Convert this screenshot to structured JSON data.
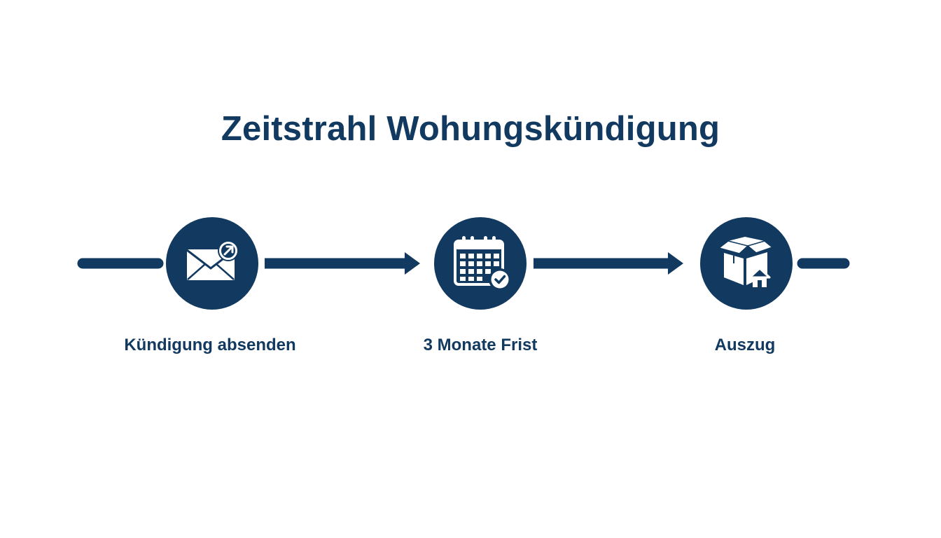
{
  "title": "Zeitstrahl Wohungskündigung",
  "colors": {
    "primary": "#123a60",
    "background": "#ffffff"
  },
  "steps": [
    {
      "label": "Kündigung absenden",
      "icon": "envelope-send-icon"
    },
    {
      "label": "3 Monate Frist",
      "icon": "calendar-check-icon"
    },
    {
      "label": "Auszug",
      "icon": "moving-box-house-icon"
    }
  ]
}
